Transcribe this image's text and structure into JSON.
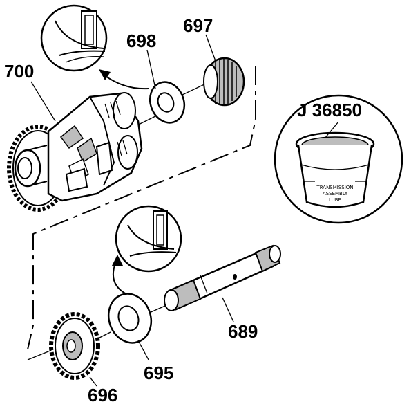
{
  "labels": {
    "diff_case": "700",
    "thrust_washer_upper": "698",
    "side_gear_upper": "697",
    "tool": "J 36850",
    "output_shaft": "689",
    "thrust_washer_lower": "695",
    "side_gear_lower": "696"
  },
  "tool_can": {
    "line1": "TRANSMISSION",
    "line2": "ASSEMBLY",
    "line3": "LUBE"
  },
  "colors": {
    "ink": "#000000",
    "paper": "#ffffff",
    "shade": "#bdbdbd"
  }
}
